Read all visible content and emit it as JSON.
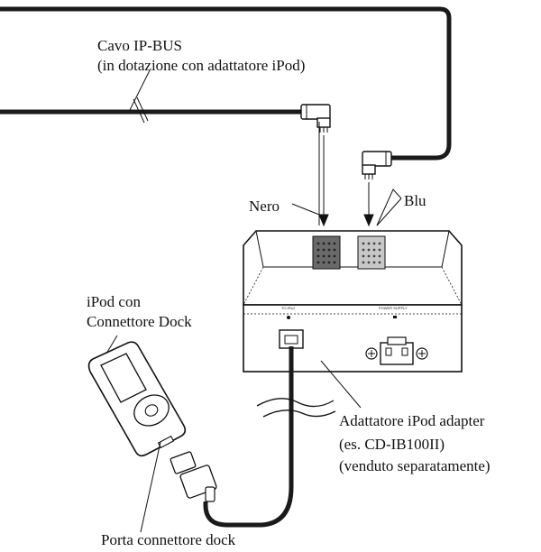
{
  "labels": {
    "cable_line1": "Cavo IP-BUS",
    "cable_line2": "(in dotazione con adattatore iPod)",
    "nero": "Nero",
    "blu": "Blu",
    "ipod_line1": "iPod con",
    "ipod_line2": "Connettore Dock",
    "adapter_line1": "Adattatore iPod adapter",
    "adapter_line2": "(es. CD-IB100II)",
    "adapter_line3": "(venduto separatamente)",
    "dock_port": "Porta connettore dock"
  },
  "device_print": {
    "left_jack": "TO iPod",
    "right_jack": "POWER SUPPLY"
  },
  "colors": {
    "ink": "#111111",
    "cable": "#1a1a1a",
    "connector_fill": "#ffffff",
    "port_fill": "#d0d0d0",
    "port_dots": "#333333"
  }
}
